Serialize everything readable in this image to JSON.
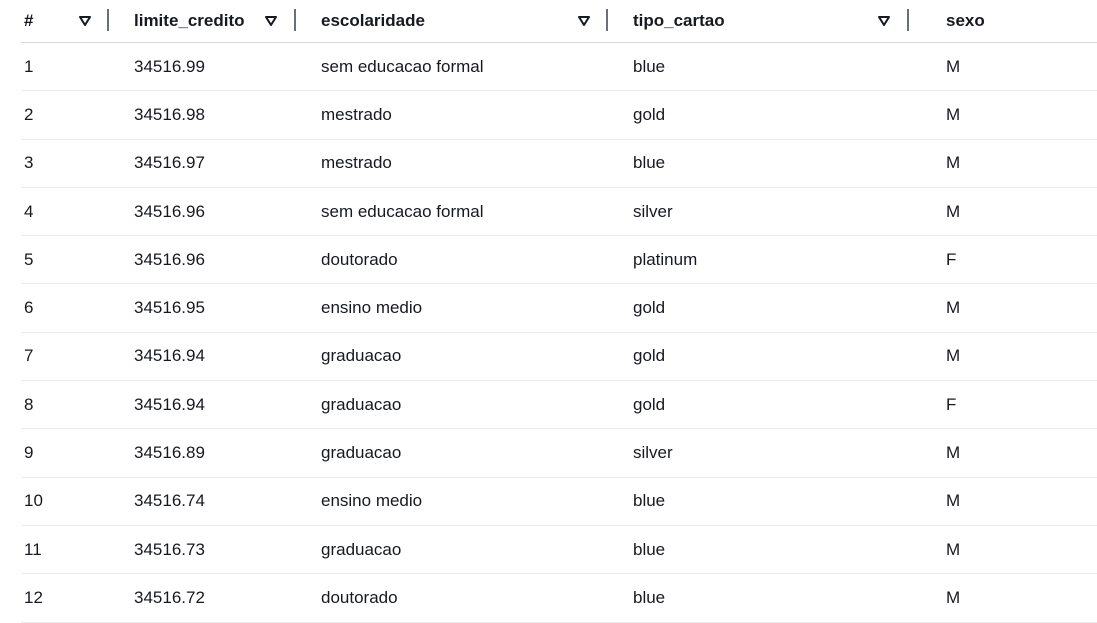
{
  "table": {
    "columns": [
      {
        "key": "num",
        "label": "#",
        "sortable": true
      },
      {
        "key": "limite_credito",
        "label": "limite_credito",
        "sortable": true
      },
      {
        "key": "escolaridade",
        "label": "escolaridade",
        "sortable": true
      },
      {
        "key": "tipo_cartao",
        "label": "tipo_cartao",
        "sortable": true
      },
      {
        "key": "sexo",
        "label": "sexo",
        "sortable": false
      }
    ],
    "rows": [
      [
        "1",
        "34516.99",
        "sem educacao formal",
        "blue",
        "M"
      ],
      [
        "2",
        "34516.98",
        "mestrado",
        "gold",
        "M"
      ],
      [
        "3",
        "34516.97",
        "mestrado",
        "blue",
        "M"
      ],
      [
        "4",
        "34516.96",
        "sem educacao formal",
        "silver",
        "M"
      ],
      [
        "5",
        "34516.96",
        "doutorado",
        "platinum",
        "F"
      ],
      [
        "6",
        "34516.95",
        "ensino medio",
        "gold",
        "M"
      ],
      [
        "7",
        "34516.94",
        "graduacao",
        "gold",
        "M"
      ],
      [
        "8",
        "34516.94",
        "graduacao",
        "gold",
        "F"
      ],
      [
        "9",
        "34516.89",
        "graduacao",
        "silver",
        "M"
      ],
      [
        "10",
        "34516.74",
        "ensino medio",
        "blue",
        "M"
      ],
      [
        "11",
        "34516.73",
        "graduacao",
        "blue",
        "M"
      ],
      [
        "12",
        "34516.72",
        "doutorado",
        "blue",
        "M"
      ]
    ]
  },
  "icons": {
    "sort": "sort-caret-down-icon"
  },
  "colors": {
    "text": "#16191f",
    "divider": "#687078",
    "row_border": "#e9ebed"
  }
}
